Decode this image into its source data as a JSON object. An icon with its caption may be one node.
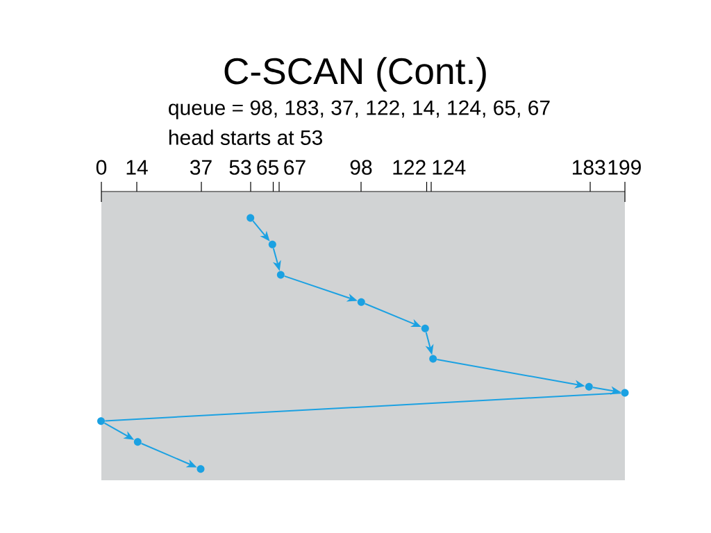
{
  "diagram": {
    "title": "C-SCAN (Cont.)",
    "nodes": [
      {
        "text": [],
        "shape": "circle"
      },
      {
        "text": [],
        "shape": "circle"
      },
      {
        "text": [],
        "shape": "circle"
      },
      {
        "text": [],
        "shape": "circle"
      },
      {
        "text": [],
        "shape": "circle"
      },
      {
        "text": [],
        "shape": "circle"
      },
      {
        "text": [],
        "shape": "circle"
      },
      {
        "text": [],
        "shape": "circle"
      },
      {
        "text": [],
        "shape": "circle"
      },
      {
        "text": [],
        "shape": "circle"
      },
      {
        "text": [],
        "shape": "circle"
      }
    ],
    "edges": [
      {
        "from": 0,
        "to": 1,
        "arrow": "to"
      },
      {
        "from": 1,
        "to": 2,
        "arrow": "to"
      },
      {
        "from": 2,
        "to": 3,
        "arrow": "to"
      },
      {
        "from": 3,
        "to": 4,
        "arrow": "to"
      },
      {
        "from": 4,
        "to": 5,
        "arrow": "to"
      },
      {
        "from": 5,
        "to": 6,
        "arrow": "to"
      },
      {
        "from": 6,
        "to": 7,
        "arrow": "to"
      },
      {
        "from": 7,
        "to": 8,
        "arrow": "none"
      },
      {
        "from": 8,
        "to": 9,
        "arrow": "to"
      },
      {
        "from": 9,
        "to": 10,
        "arrow": "to"
      }
    ],
    "labels": [
      "queue = 98, 183, 37, 122, 14, 124, 65, 67",
      "head starts at 53",
      "0",
      "14",
      "37",
      "53",
      "65",
      "67",
      "98",
      "122",
      "124",
      "183",
      "199"
    ]
  }
}
